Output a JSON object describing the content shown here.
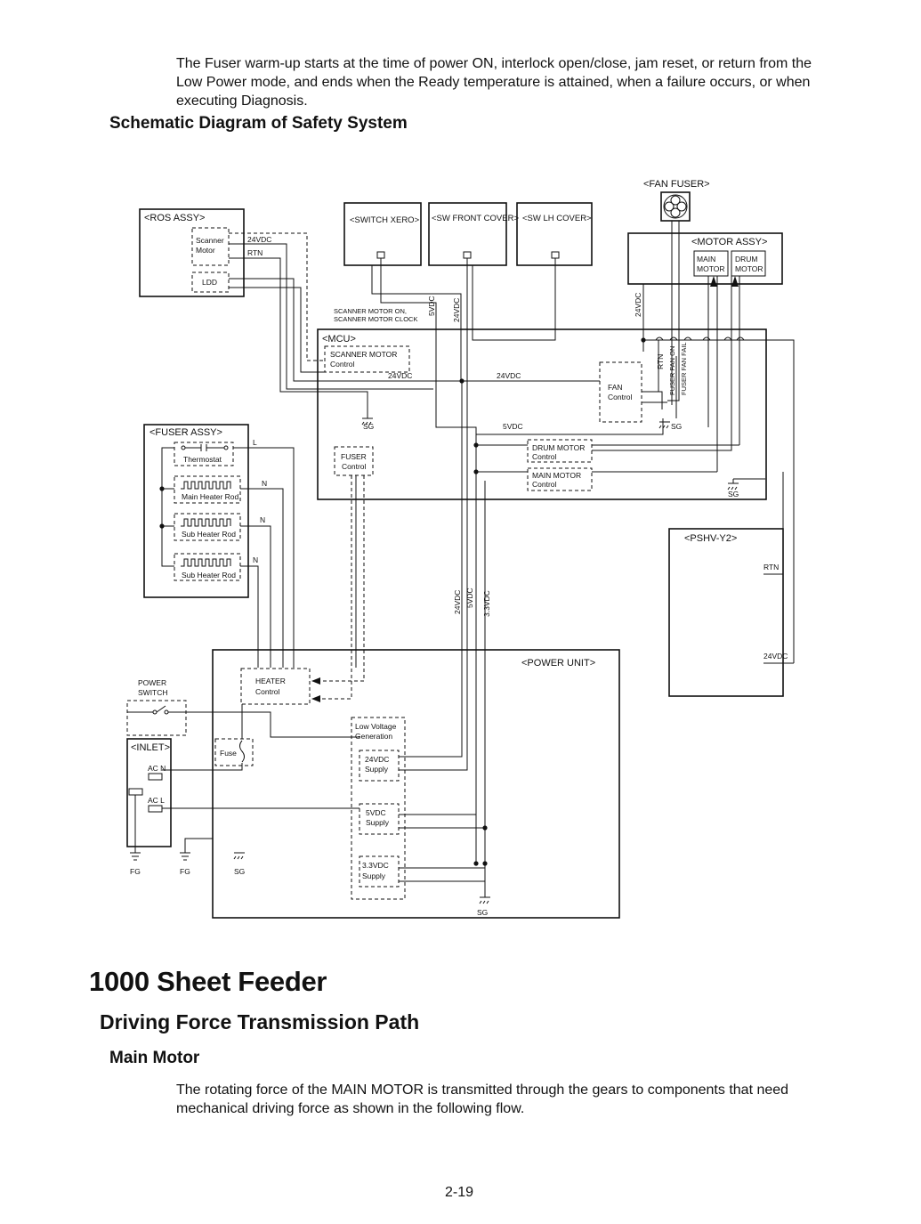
{
  "intro_text": "The Fuser warm-up starts at the time of power ON, interlock open/close, jam reset, or return from the Low Power mode, and ends when the Ready temperature is attained, when a failure occurs, or when executing Diagnosis.",
  "schematic_heading": "Schematic Diagram of Safety System",
  "diagram": {
    "fan_fuser": "<FAN FUSER>",
    "ros_assy": "<ROS ASSY>",
    "scanner_motor": [
      "Scanner",
      "Motor"
    ],
    "ldd": "LDD",
    "switch_xero": "<SWITCH XERO>",
    "sw_front_cover": "<SW FRONT COVER>",
    "sw_lh_cover": "<SW LH COVER>",
    "motor_assy": "<MOTOR ASSY>",
    "main_motor": [
      "MAIN",
      "MOTOR"
    ],
    "drum_motor": [
      "DRUM",
      "MOTOR"
    ],
    "mcu": "<MCU>",
    "scanner_motor_control": [
      "SCANNER MOTOR",
      "Control"
    ],
    "scanner_signals": [
      "SCANNER MOTOR ON,",
      "SCANNER MOTOR CLOCK"
    ],
    "fan_control": [
      "FAN",
      "Control"
    ],
    "fuser_control": [
      "FUSER",
      "Control"
    ],
    "drum_motor_control": [
      "DRUM MOTOR",
      "Control"
    ],
    "main_motor_control": [
      "MAIN MOTOR",
      "Control"
    ],
    "fuser_assy": "<FUSER ASSY>",
    "thermostat": "Thermostat",
    "main_heater_rod": "Main Heater Rod",
    "sub_heater_rod": "Sub Heater Rod",
    "pshv": "<PSHV-Y2>",
    "power_unit": "<POWER UNIT>",
    "heater_control": [
      "HEATER",
      "Control"
    ],
    "power_switch": [
      "POWER",
      "SWITCH"
    ],
    "inlet": "<INLET>",
    "ac_n": "AC N",
    "ac_l": "AC L",
    "fuse": "Fuse",
    "low_voltage": [
      "Low Voltage",
      "Generation"
    ],
    "supply_24": [
      "24VDC",
      "Supply"
    ],
    "supply_5": [
      "5VDC",
      "Supply"
    ],
    "supply_33": [
      "3.3VDC",
      "Supply"
    ],
    "v24": "24VDC",
    "v5": "5VDC",
    "v33": "3.3VDC",
    "rtn": "RTN",
    "sg": "SG",
    "fg": "FG",
    "l": "L",
    "n": "N",
    "fuser_fan_on": "FUSER FAN ON",
    "fuser_fan_fail": "FUSER FAN FAIL"
  },
  "section_title": "1000 Sheet Feeder",
  "subsection_title": "Driving Force Transmission Path",
  "subsubsection_title": "Main Motor",
  "body_text": "The rotating force of the MAIN MOTOR is transmitted through the gears to components that need mechanical driving force as shown in the following flow.",
  "page_number": "2-19"
}
